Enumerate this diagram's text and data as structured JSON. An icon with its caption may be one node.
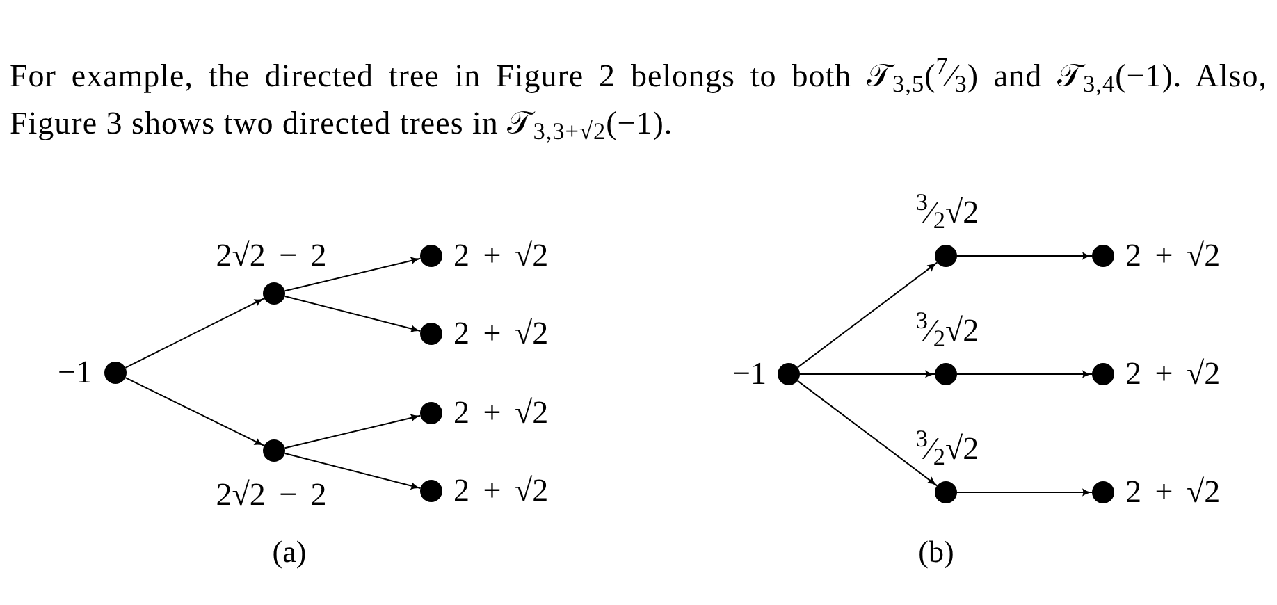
{
  "diagram": {
    "nodes": [
      {
        "text": [],
        "shape": "circle",
        "beside": [
          "−1"
        ]
      },
      {
        "text": [],
        "shape": "circle",
        "beside": [
          "2√2 − 2"
        ]
      },
      {
        "text": [],
        "shape": "circle",
        "beside": [
          "2√2 − 2"
        ]
      },
      {
        "text": [],
        "shape": "circle",
        "beside": [
          "2 + √2"
        ]
      },
      {
        "text": [],
        "shape": "circle",
        "beside": [
          "2 + √2"
        ]
      },
      {
        "text": [],
        "shape": "circle",
        "beside": [
          "2 + √2"
        ]
      },
      {
        "text": [],
        "shape": "circle",
        "beside": [
          "2 + √2"
        ]
      },
      {
        "text": [],
        "shape": "circle",
        "beside": [
          "−1"
        ]
      },
      {
        "text": [],
        "shape": "circle",
        "beside": [
          "$^{3}$⁄$_{2}$√2"
        ]
      },
      {
        "text": [],
        "shape": "circle",
        "beside": [
          "$^{3}$⁄$_{2}$√2"
        ]
      },
      {
        "text": [],
        "shape": "circle",
        "beside": [
          "$^{3}$⁄$_{2}$√2"
        ]
      },
      {
        "text": [],
        "shape": "circle",
        "beside": [
          "2 + √2"
        ]
      },
      {
        "text": [],
        "shape": "circle",
        "beside": [
          "2 + √2"
        ]
      },
      {
        "text": [],
        "shape": "circle",
        "beside": [
          "2 + √2"
        ]
      }
    ],
    "edges": [
      {
        "from": 0,
        "to": 1,
        "arrow": "to"
      },
      {
        "from": 0,
        "to": 2,
        "arrow": "to"
      },
      {
        "from": 1,
        "to": 3,
        "arrow": "to"
      },
      {
        "from": 1,
        "to": 4,
        "arrow": "to"
      },
      {
        "from": 2,
        "to": 5,
        "arrow": "to"
      },
      {
        "from": 2,
        "to": 6,
        "arrow": "to"
      },
      {
        "from": 7,
        "to": 8,
        "arrow": "to"
      },
      {
        "from": 7,
        "to": 9,
        "arrow": "to"
      },
      {
        "from": 7,
        "to": 10,
        "arrow": "to"
      },
      {
        "from": 8,
        "to": 11,
        "arrow": "to"
      },
      {
        "from": 9,
        "to": 12,
        "arrow": "to"
      },
      {
        "from": 10,
        "to": 13,
        "arrow": "to"
      }
    ],
    "labels": [
      "For example, the directed tree in Figure 2 belongs to both 𝒯$_{3,5}$($^{7}$⁄$_{3}$) and 𝒯$_{3,4}$(−1). Also, Figure 3 shows two directed trees in 𝒯$_{3,3+√2}$(−1).",
      "(a)",
      "(b)"
    ]
  }
}
